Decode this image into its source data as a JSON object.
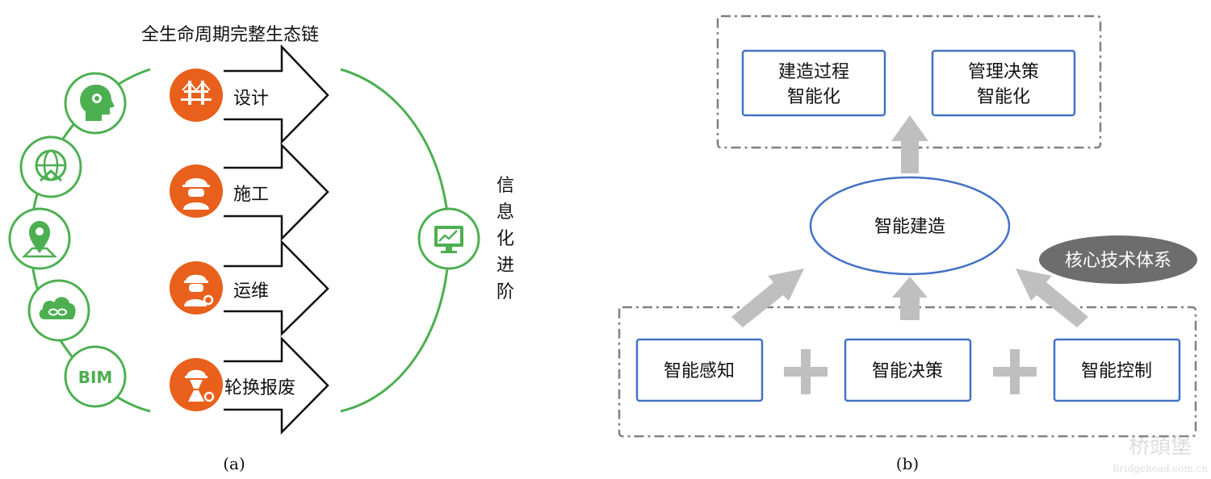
{
  "panel_a": {
    "title": "全生命周期完整生态链",
    "stages": [
      {
        "label": "设计",
        "icon": "bridge-icon"
      },
      {
        "label": "施工",
        "icon": "construction-worker-icon"
      },
      {
        "label": "运维",
        "icon": "maintenance-worker-icon"
      },
      {
        "label": "轮换报废",
        "icon": "scrap-worker-icon"
      }
    ],
    "left_icons": [
      "brain-head-icon",
      "globe-network-icon",
      "map-pin-icon",
      "cloud-icon",
      "bim-badge"
    ],
    "bim_label": "BIM",
    "side_label": [
      "信",
      "息",
      "化",
      "进",
      "阶"
    ],
    "side_icon": "monitor-chart-icon",
    "caption": "(a)",
    "colors": {
      "green": "#4caf50",
      "orange": "#e8601c"
    }
  },
  "panel_b": {
    "top_boxes": [
      {
        "line1": "建造过程",
        "line2": "智能化"
      },
      {
        "line1": "管理决策",
        "line2": "智能化"
      }
    ],
    "center": "智能建造",
    "badge": "核心技术体系",
    "bottom_boxes": [
      "智能感知",
      "智能决策",
      "智能控制"
    ],
    "plus": "+",
    "caption": "(b)",
    "colors": {
      "box_border": "#4472c4",
      "arrow": "#bfbfbf",
      "badge": "#6d6d6d"
    }
  },
  "watermark": {
    "logo": "桥頭堡",
    "url": "Bridgehead.com.cn"
  }
}
